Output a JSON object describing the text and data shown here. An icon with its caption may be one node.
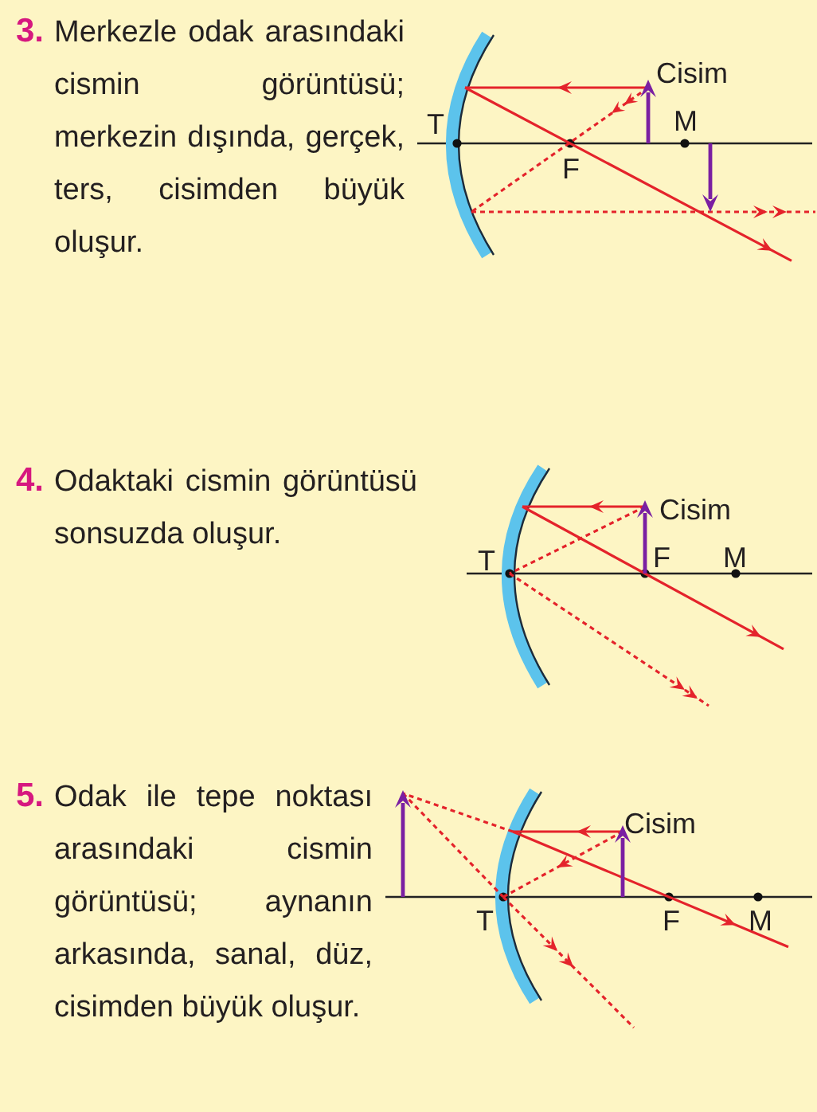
{
  "diagram": {
    "labels": [
      "3.",
      "Merkezle odak arasındaki cismin görüntüsü; merkezin dışında, gerçek, ters, cisimden büyük oluşur.",
      "Cisim",
      "T",
      "M",
      "F",
      "4.",
      "Odaktaki cismin görüntüsü sonsuzda oluşur.",
      "Cisim",
      "T",
      "F",
      "M",
      "5.",
      "Odak ile tepe noktası arasındaki cismin görüntüsü; aynanın arkasında, sanal, düz, cisimden büyük oluşur.",
      "Cisim",
      "T",
      "F",
      "M"
    ]
  }
}
